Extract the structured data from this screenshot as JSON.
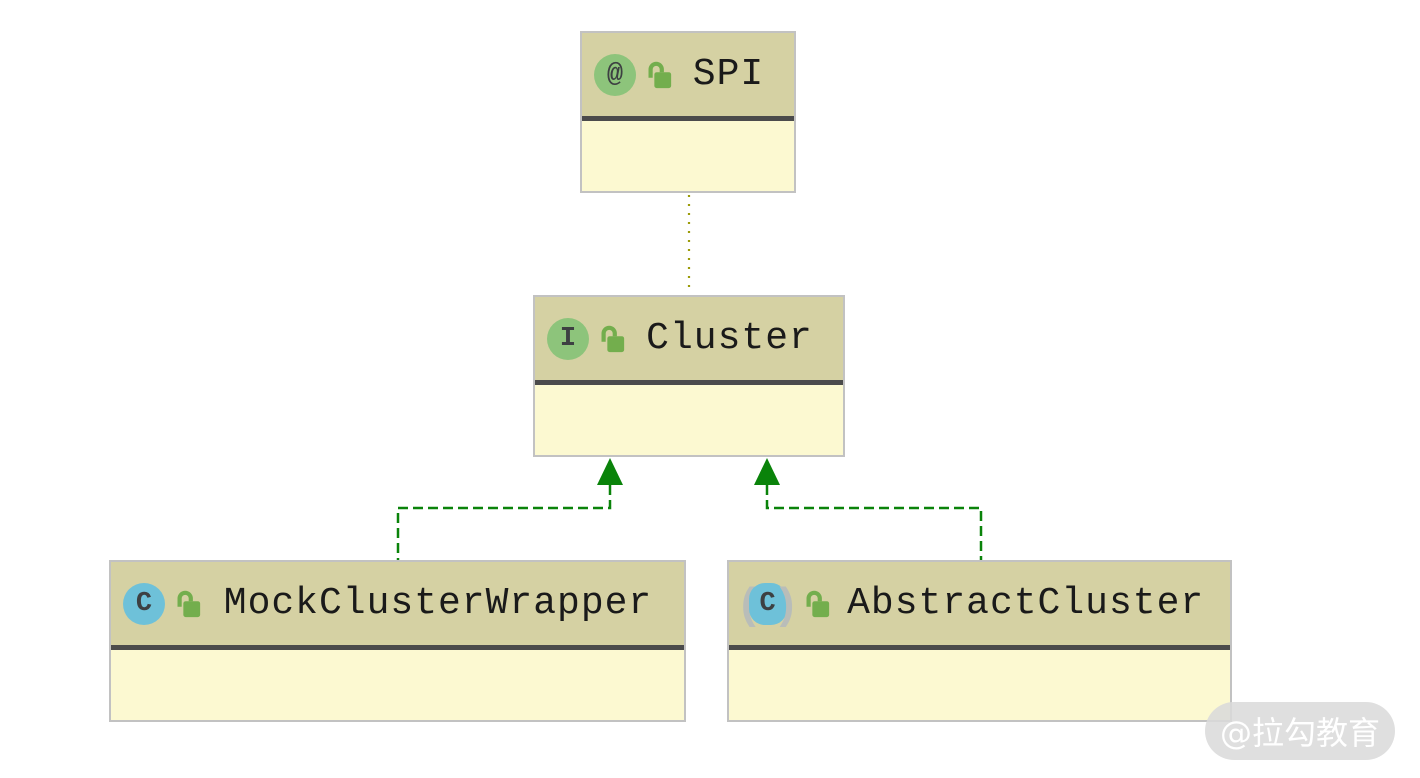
{
  "diagram": {
    "nodes": {
      "spi": {
        "label": "SPI",
        "kind": "annotation"
      },
      "cluster": {
        "label": "Cluster",
        "kind": "interface"
      },
      "mock_cluster_wrapper": {
        "label": "MockClusterWrapper",
        "kind": "class"
      },
      "abstract_cluster": {
        "label": "AbstractCluster",
        "kind": "abstract-class"
      }
    },
    "badges": {
      "annotation": "@",
      "interface": "I",
      "class": "C",
      "abstract_class": "C",
      "abstract_paren_left": "(",
      "abstract_paren_right": ")",
      "visibility": "unlocked"
    },
    "edges": [
      {
        "from": "Cluster",
        "to": "SPI",
        "type": "annotation-dependency",
        "style": "dotted",
        "color": "#9c9c0a"
      },
      {
        "from": "MockClusterWrapper",
        "to": "Cluster",
        "type": "implements",
        "style": "dashed-arrow",
        "color": "#0a830a"
      },
      {
        "from": "AbstractCluster",
        "to": "Cluster",
        "type": "implements",
        "style": "dashed-arrow",
        "color": "#0a830a"
      }
    ]
  },
  "watermark": {
    "text": "@拉勾教育"
  },
  "colors": {
    "header-fill": "#d5d1a3",
    "body-fill": "#fcf9d1",
    "separator": "#4b4b4b",
    "box-border": "#c2c2c2",
    "badge-green": "#8dc47b",
    "badge-blue": "#6ec1d9",
    "badge-letter": "#3d4042",
    "lock-green": "#73ae4d",
    "edge-green": "#0a830a",
    "edge-olive": "#9c9c0a",
    "text": "#1a1a1a",
    "watermark-bg": "#dbdbdb",
    "watermark-text": "#ffffff"
  }
}
